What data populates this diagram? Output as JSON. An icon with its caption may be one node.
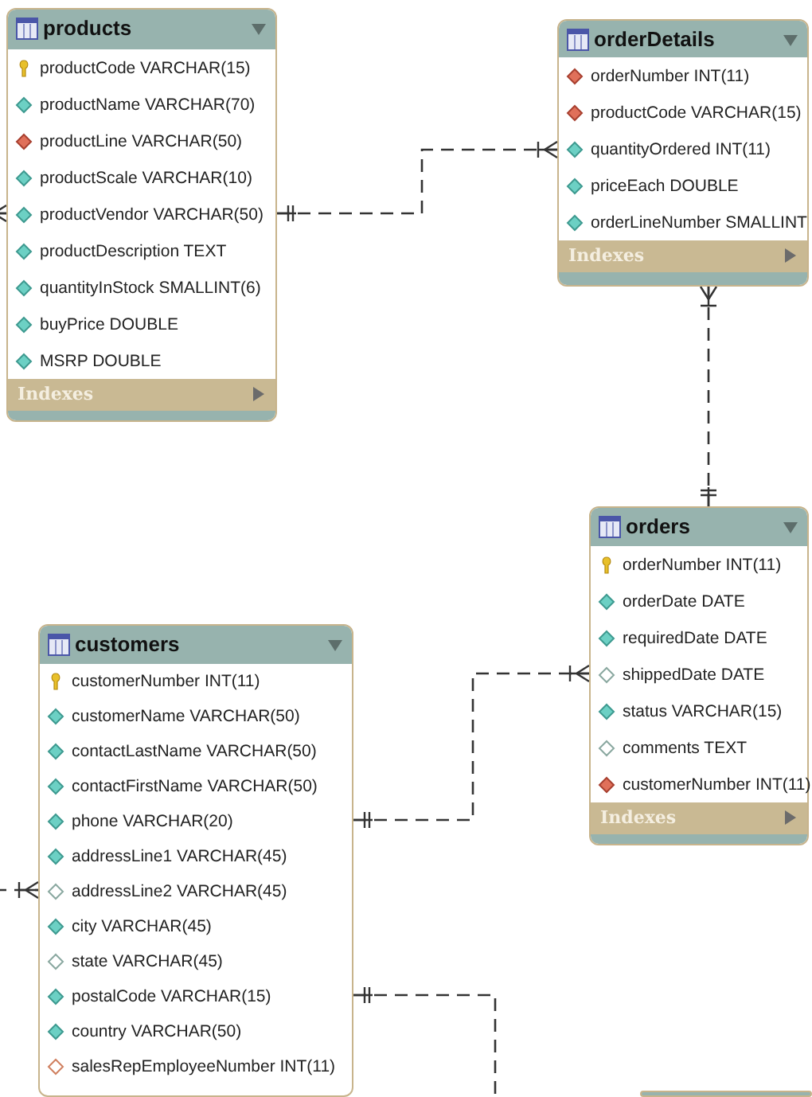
{
  "diagram": {
    "nodes": [
      {
        "text": [
          "products",
          "productCode VARCHAR(15)",
          "productName VARCHAR(70)",
          "productLine VARCHAR(50)",
          "productScale VARCHAR(10)",
          "productVendor VARCHAR(50)",
          "productDescription TEXT",
          "quantityInStock SMALLINT(6)",
          "buyPrice DOUBLE",
          "MSRP DOUBLE",
          "Indexes"
        ]
      },
      {
        "text": [
          "orderDetails",
          "orderNumber INT(11)",
          "productCode VARCHAR(15)",
          "quantityOrdered INT(11)",
          "priceEach DOUBLE",
          "orderLineNumber SMALLINT",
          "Indexes"
        ]
      },
      {
        "text": [
          "orders",
          "orderNumber INT(11)",
          "orderDate DATE",
          "requiredDate DATE",
          "shippedDate DATE",
          "status VARCHAR(15)",
          "comments TEXT",
          "customerNumber INT(11)",
          "Indexes"
        ]
      },
      {
        "text": [
          "customers",
          "customerNumber INT(11)",
          "customerName VARCHAR(50)",
          "contactLastName VARCHAR(50)",
          "contactFirstName VARCHAR(50)",
          "phone VARCHAR(20)",
          "addressLine1 VARCHAR(45)",
          "addressLine2 VARCHAR(45)",
          "city VARCHAR(45)",
          "state VARCHAR(45)",
          "postalCode VARCHAR(15)",
          "country VARCHAR(50)",
          "salesRepEmployeeNumber INT(11)"
        ]
      },
      {
        "text": [],
        "shape": "box"
      }
    ],
    "edges": [
      {
        "from": 0,
        "to": 1,
        "arrow": "other",
        "style": "dashed"
      },
      {
        "from": 1,
        "to": 2,
        "arrow": "other",
        "style": "dashed"
      },
      {
        "from": 3,
        "to": 2,
        "arrow": "other",
        "style": "dashed"
      },
      {
        "from": null,
        "to": 3,
        "arrow": "other",
        "style": "dashed"
      },
      {
        "from": 3,
        "to": null,
        "arrow": "other",
        "style": "dashed"
      },
      {
        "from": null,
        "to": 0,
        "arrow": "other",
        "style": "dashed"
      }
    ]
  }
}
